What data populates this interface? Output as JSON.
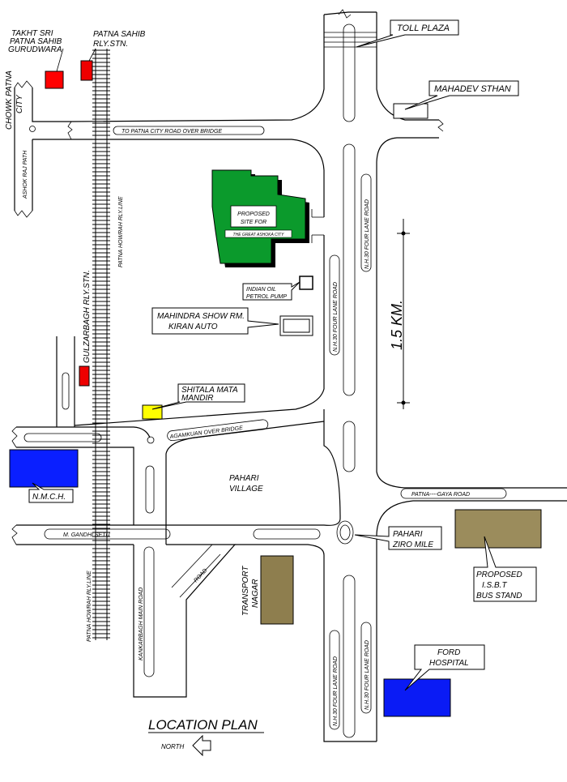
{
  "map": {
    "title": "LOCATION PLAN",
    "north": "NORTH",
    "distance": "1.5 KM.",
    "colors": {
      "proposed_site": "#0b9a2c",
      "isbt": "#9b8c5c",
      "transport": "#8e7e4e",
      "nmch": "#0a1fff",
      "ford": "#0a1bf5",
      "gurudwara": "#ff0000",
      "station": "#ee0000",
      "shitala": "#ffff00",
      "gurudwara_text": "#e01010"
    }
  },
  "labels": {
    "toll_plaza": "TOLL PLAZA",
    "mahadev_sthan": "MAHADEV STHAN",
    "gurudwara": [
      "TAKHT SRI",
      "PATNA SAHIB",
      "GURUDWARA"
    ],
    "patna_sahib_station": [
      "PATNA SAHIB",
      "RLY.STN."
    ],
    "chowk_patna_city": [
      "CHOWK PATNA",
      "CITY"
    ],
    "ashok_raj_path": "ASHOK RAJ PATH",
    "overbridge_road": "TO PATNA CITY ROAD OVER BRIDGE",
    "howrah_line_top": "PATNA HOWRAH RLY.LINE",
    "howrah_line_bottom": "PATNA HOWRAH RLY.LINE",
    "gulzarbagh": "GULZARBAGH RLY.STN.",
    "proposed_site": [
      "PROPOSED",
      "SITE  FOR"
    ],
    "great_ashoka": "THE GREAT ASHOKA CITY",
    "indian_oil": [
      "INDIAN OIL",
      "PETROL PUMP"
    ],
    "mahindra": [
      "MAHINDRA SHOW RM.",
      "KIRAN AUTO"
    ],
    "shitala": [
      "SHITALA MATA",
      "MANDIR"
    ],
    "agamkuan": "AGAMKUAN OVER BRIDGE",
    "nh30_north_1": "N.H.30 FOUR LANE ROAD",
    "nh30_north_2": "N.H.30 FOUR LANE ROAD",
    "nh30_south_1": "N.H.30 FOUR LANE ROAD",
    "nh30_south_2": "N.H.30 FOUR LANE ROAD",
    "pahari_village": [
      "PAHARI",
      "VILLAGE"
    ],
    "patna_gaya": "PATNA----GAYA  ROAD",
    "nmch": "N.M.C.H.",
    "gandhi_setu": "M. GANDHI  SETU",
    "pahari_ziro": [
      "PAHARI",
      "ZIRO MILE"
    ],
    "isbt": [
      "PROPOSED",
      "I.S.B.T",
      "BUS STAND"
    ],
    "road": "ROAD",
    "kankarbagh": "KANKARBAGH MAIN ROAD",
    "transport": [
      "TRANSPORT",
      "NAGAR"
    ],
    "ford": [
      "FORD",
      "HOSPITAL"
    ]
  }
}
